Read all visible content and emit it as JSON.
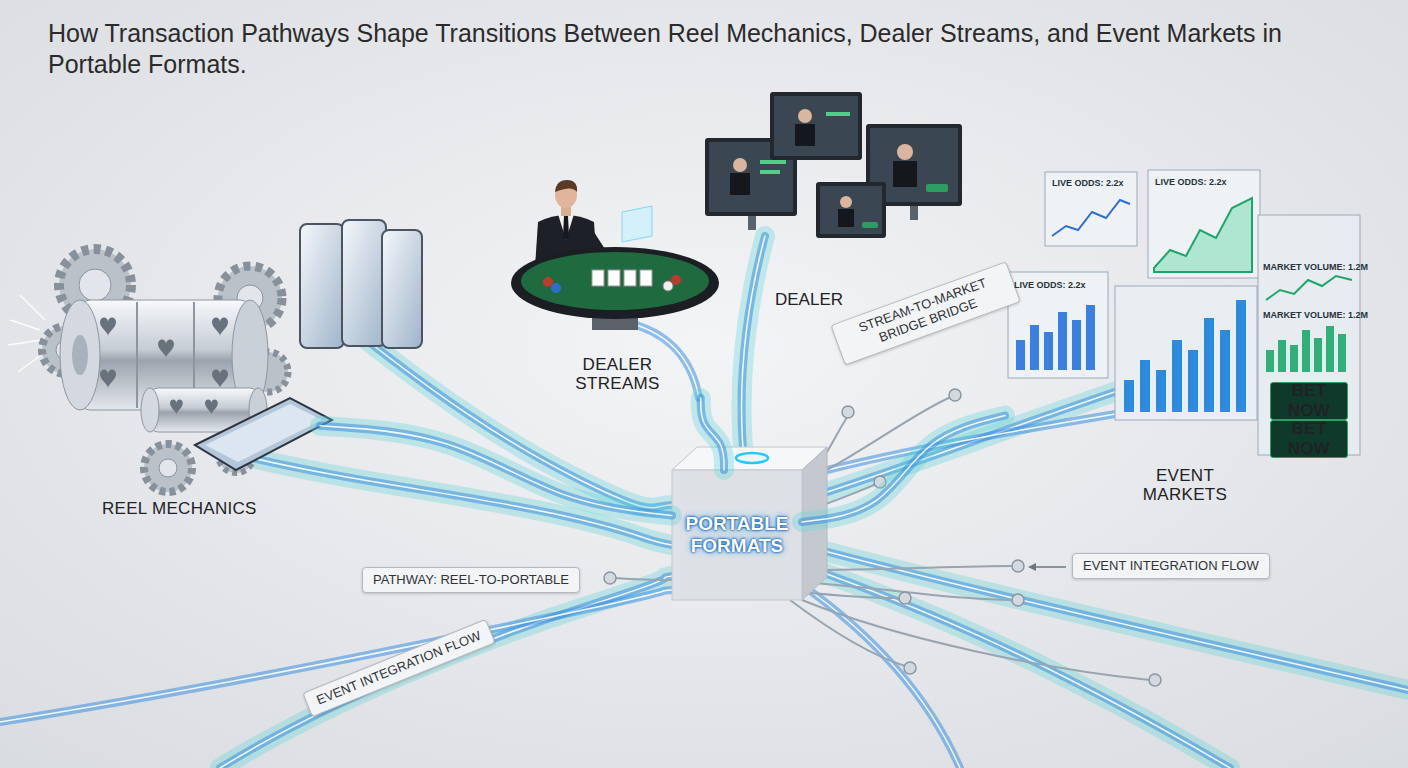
{
  "diagram": {
    "title": "How Transaction Pathways Shape Transitions Between Reel Mechanics, Dealer Streams, and Event Markets in Portable Formats.",
    "nodes": [
      {
        "text": [
          "REEL MECHANICS"
        ]
      },
      {
        "text": [
          "DEALER STREAMS"
        ]
      },
      {
        "text": [
          "EVENT MARKETS"
        ]
      },
      {
        "text": [
          "BET NOW"
        ],
        "in": 2
      },
      {
        "text": [
          "BET NOW"
        ],
        "in": 2
      },
      {
        "text": [
          "PORTABLE FORMATS"
        ]
      },
      {
        "text": [
          "STREAM-TO-MARKET BRIDGE BRIDGE"
        ]
      },
      {
        "text": [
          "EVENT INTEGRATION FLOW"
        ]
      },
      {
        "text": [
          "PATHWAY: REEL-TO-PORTABLE"
        ]
      },
      {
        "text": [
          "EVENT INTEGRATION FLOW"
        ]
      }
    ],
    "edges": [
      {
        "from": 0,
        "to": 5,
        "arrow": "none"
      },
      {
        "from": 1,
        "to": 5,
        "arrow": "none"
      },
      {
        "from": 5,
        "to": 2,
        "arrow": "none"
      }
    ],
    "labels": [
      "DEALER",
      "LIVE ODDS: 2.2x",
      "LIVE ODDS: 2.2x",
      "MARKET VOLUME: 1.2M",
      "LIVE ODDS: 2.2x",
      "MARKET VOLUME: 1.2M"
    ]
  }
}
